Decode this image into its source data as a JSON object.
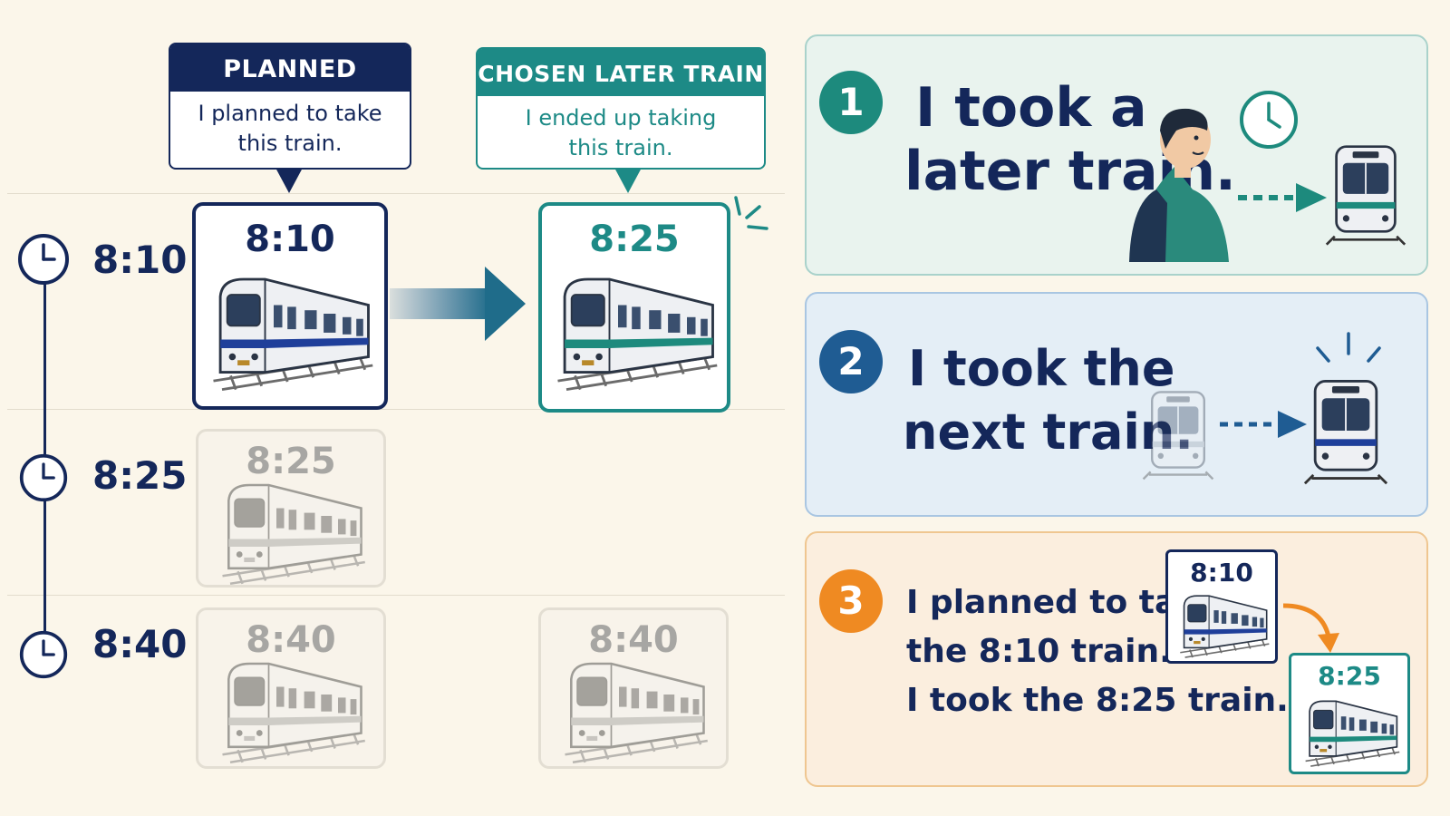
{
  "timeline": {
    "times": [
      "8:10",
      "8:25",
      "8:40"
    ]
  },
  "planned": {
    "header": "PLANNED",
    "line1": "I planned to take",
    "line2": "this train."
  },
  "chosen": {
    "header": "CHOSEN LATER TRAIN",
    "line1": "I ended up taking",
    "line2": "this train."
  },
  "cards": {
    "planned_time": "8:10",
    "chosen_time": "8:25",
    "faded_1": "8:25",
    "faded_2": "8:40",
    "faded_3": "8:40"
  },
  "panels": [
    {
      "number": "1",
      "line1": "I took a",
      "line2": "later train.",
      "color": "#1d8a7d"
    },
    {
      "number": "2",
      "line1": "I took the",
      "line2": "next train.",
      "color": "#1f5c93"
    },
    {
      "number": "3",
      "line1": "I planned to take",
      "line2": "the 8:10 train.",
      "line3": "I took the 8:25 train.",
      "color": "#ef8a22",
      "mini_from": "8:10",
      "mini_to": "8:25"
    }
  ],
  "icons": [
    "clock-icon",
    "train-icon",
    "arrow-right-icon",
    "person-icon",
    "backpack-icon",
    "alert-rays-icon"
  ],
  "colors": {
    "navy": "#14275a",
    "teal": "#1d8a86",
    "orange": "#ef8a22",
    "blue": "#1f5c93",
    "background": "#fbf6ea"
  }
}
